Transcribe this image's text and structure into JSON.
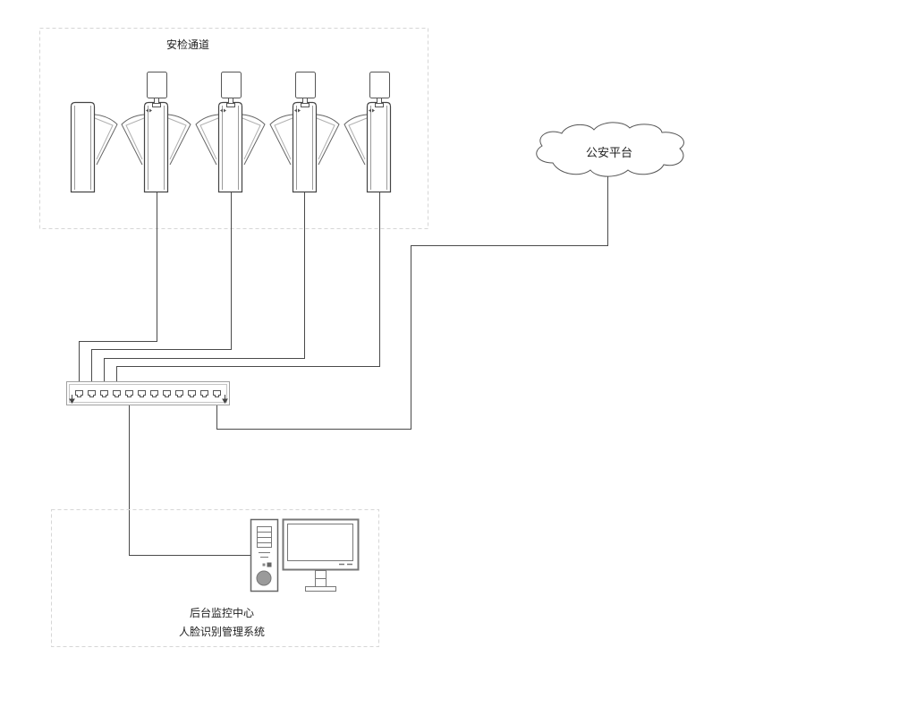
{
  "channel": {
    "title": "安检通道"
  },
  "platform": {
    "label": "公安平台"
  },
  "center": {
    "name": "后台监控中心",
    "system": "人脸识别管理系统"
  }
}
